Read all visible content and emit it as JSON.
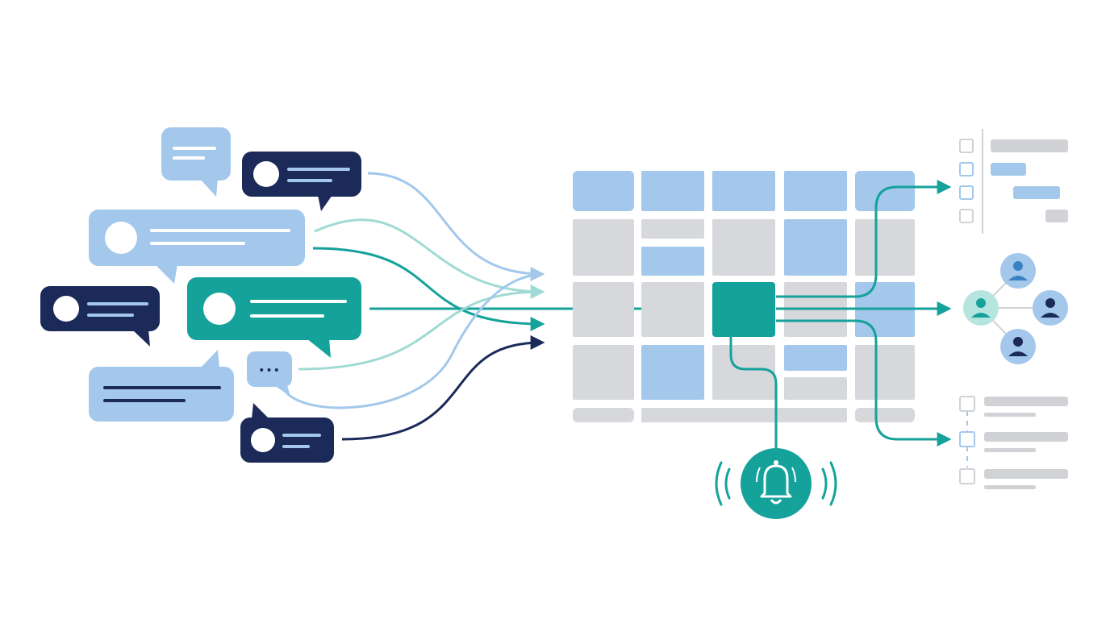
{
  "colors": {
    "navy": "#1c2a5a",
    "teal": "#14a29b",
    "light_blue": "#a3c8eb",
    "mint": "#9fdbd4",
    "grid_gray": "#d6d8db",
    "list_gray": "#d0d2d5",
    "list_blue": "#a3c8eb",
    "avatar_blue": "#a3c8eb",
    "avatar_mint": "#b6e5e0",
    "white": "#ffffff"
  },
  "diagram": {
    "description_nodes": {
      "inputs": [
        {
          "name": "message-bubble",
          "style": "light",
          "has_avatar": false
        },
        {
          "name": "message-bubble",
          "style": "navy",
          "has_avatar": true
        },
        {
          "name": "message-bubble",
          "style": "light",
          "has_avatar": true
        },
        {
          "name": "message-bubble",
          "style": "navy",
          "has_avatar": true
        },
        {
          "name": "message-bubble",
          "style": "teal",
          "has_avatar": true
        },
        {
          "name": "message-bubble",
          "style": "light",
          "has_avatar": false
        },
        {
          "name": "typing-bubble",
          "style": "light",
          "has_avatar": false
        },
        {
          "name": "message-bubble",
          "style": "navy",
          "has_avatar": true
        }
      ],
      "hub": {
        "name": "schedule-grid",
        "highlight_cell": "teal"
      },
      "outputs": [
        {
          "name": "gantt-list",
          "checkbox_count": 4
        },
        {
          "name": "user-network",
          "user_count": 4
        },
        {
          "name": "task-checklist",
          "checkbox_count": 3
        }
      ],
      "alert": {
        "name": "bell-notification",
        "icon": "bell-icon"
      }
    },
    "typing_dots": "•••"
  }
}
